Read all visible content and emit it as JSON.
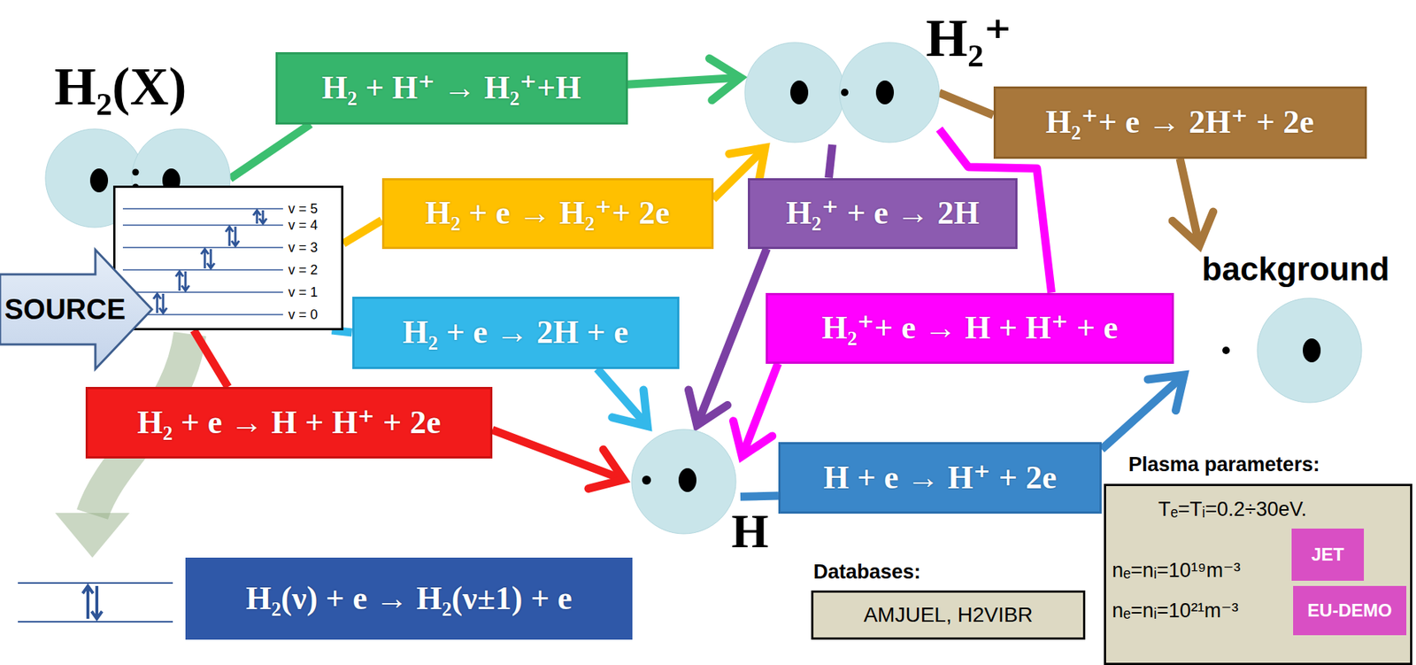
{
  "diagram": {
    "nodes": [
      {
        "text": [
          "H₂(X)"
        ]
      },
      {
        "text": [
          "v = 5",
          "v = 4",
          "v = 3",
          "v = 2",
          "v = 1",
          "v = 0"
        ]
      },
      {
        "text": [
          "SOURCE"
        ]
      },
      {
        "text": [
          "H₂ + H⁺ → H₂⁺+H"
        ]
      },
      {
        "text": [
          "H₂ + e → H₂⁺+ 2e"
        ]
      },
      {
        "text": [
          "H₂ + e → 2H + e"
        ]
      },
      {
        "text": [
          "H₂ + e → H + H⁺ + 2e"
        ]
      },
      {
        "text": [
          "H₂⁺"
        ]
      },
      {
        "text": [
          "H₂⁺+ e → 2H⁺ + 2e"
        ]
      },
      {
        "text": [
          "H₂⁺ + e → 2H"
        ]
      },
      {
        "text": [
          "H₂⁺+ e → H + H⁺ + e"
        ]
      },
      {
        "text": [
          "background"
        ]
      },
      {
        "text": [
          "H"
        ]
      },
      {
        "text": [
          "H + e → H⁺ + 2e"
        ]
      },
      {
        "text": [
          "H₂(ν) + e → H₂(ν±1) + e"
        ]
      },
      {
        "text": [
          "Databases:",
          "AMJUEL, H2VIBR"
        ]
      },
      {
        "text": [
          "Plasma parameters:",
          "Tₑ=Tᵢ=0.2÷30eV.",
          "nₑ=nᵢ=10¹⁹m⁻³",
          "nₑ=nᵢ=10²¹m⁻³"
        ]
      },
      {
        "text": [
          "JET"
        ],
        "in": 16
      },
      {
        "text": [
          "EU-DEMO"
        ],
        "in": 16
      }
    ],
    "edges": [
      {
        "from": 0,
        "to": 3,
        "arrow": "none"
      },
      {
        "from": 3,
        "to": 7,
        "arrow": "to"
      },
      {
        "from": 1,
        "to": 4,
        "arrow": "none"
      },
      {
        "from": 4,
        "to": 7,
        "arrow": "to"
      },
      {
        "from": 1,
        "to": 5,
        "arrow": "none"
      },
      {
        "from": 5,
        "to": 12,
        "arrow": "to"
      },
      {
        "from": 1,
        "to": 6,
        "arrow": "none"
      },
      {
        "from": 6,
        "to": 12,
        "arrow": "to"
      },
      {
        "from": 7,
        "to": 8,
        "arrow": "none"
      },
      {
        "from": 8,
        "to": 11,
        "arrow": "to"
      },
      {
        "from": 7,
        "to": 9,
        "arrow": "none"
      },
      {
        "from": 9,
        "to": 12,
        "arrow": "to"
      },
      {
        "from": 7,
        "to": 10,
        "arrow": "none"
      },
      {
        "from": 10,
        "to": 12,
        "arrow": "to"
      },
      {
        "from": 12,
        "to": 13,
        "arrow": "none"
      },
      {
        "from": 13,
        "to": 11,
        "arrow": "to"
      }
    ]
  }
}
